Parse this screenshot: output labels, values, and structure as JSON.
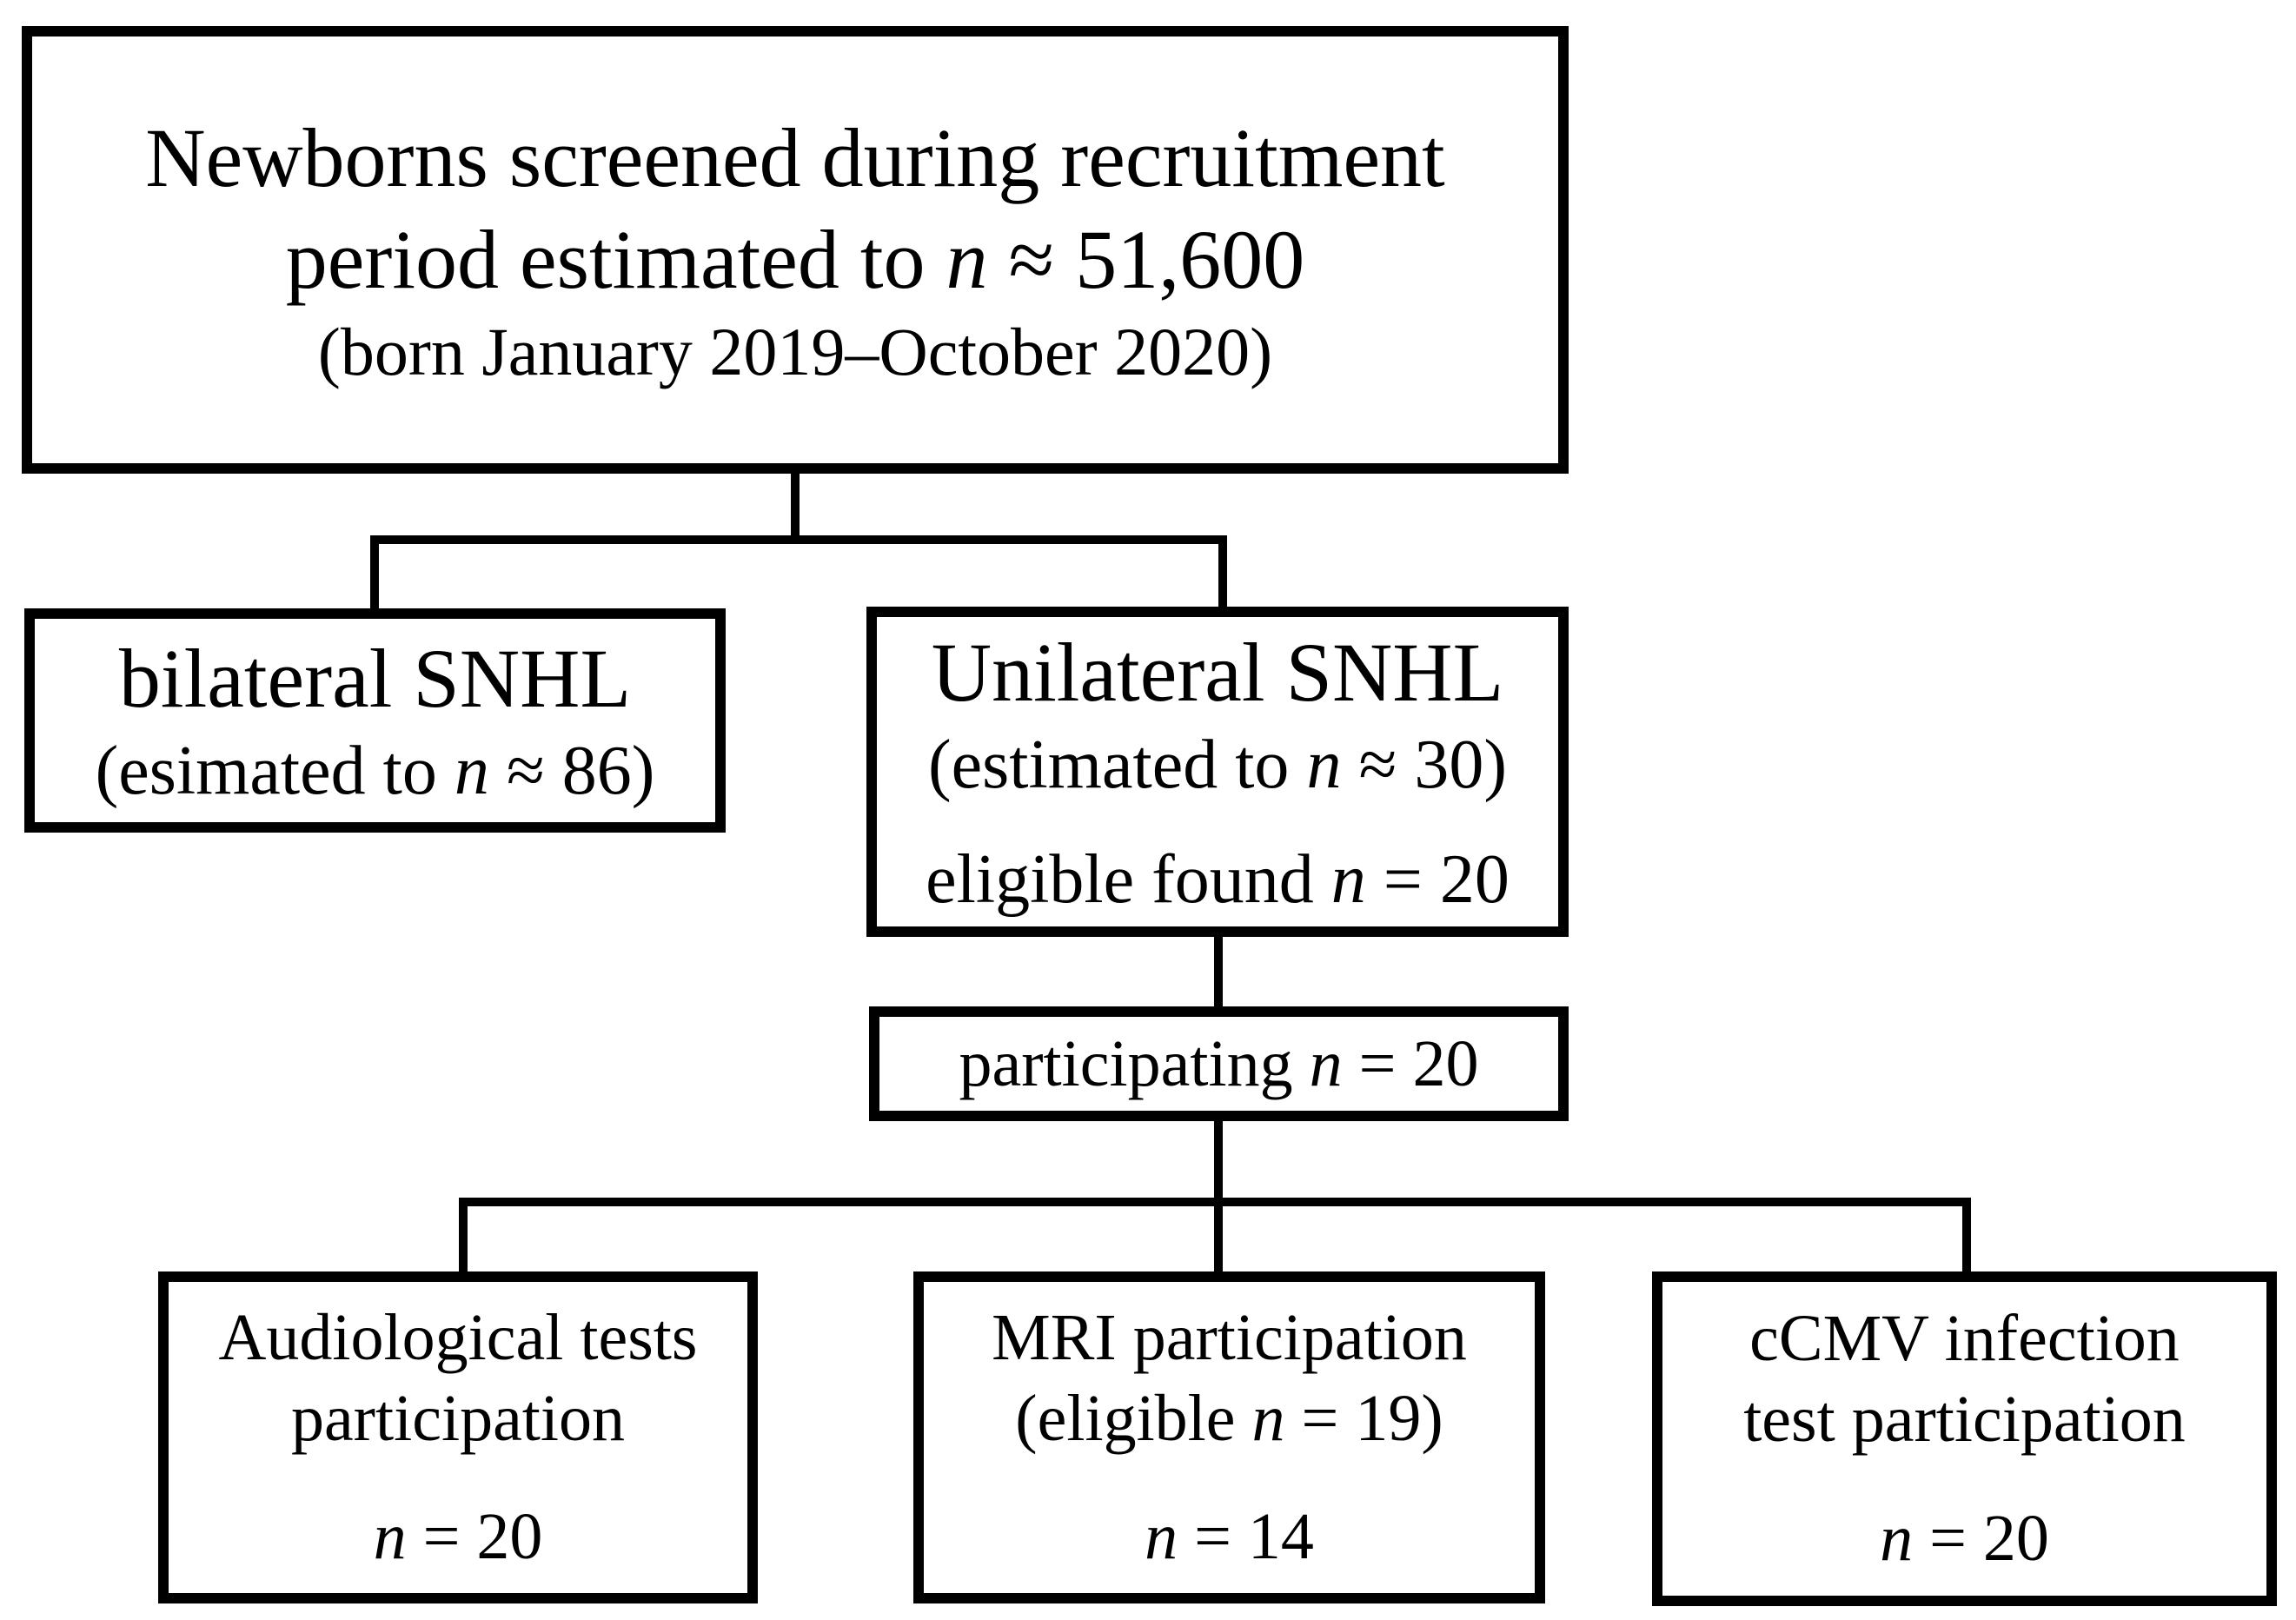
{
  "diagram": {
    "background_color": "#ffffff",
    "line_color": "#000000",
    "top_box": {
      "line1": "Newborns screened during recruitment",
      "line2_pre": "period estimated to ",
      "line2_n": "n",
      "line2_post": " ≈ 51,600",
      "line3": "(born January 2019–October 2020)"
    },
    "bilateral_box": {
      "line1": "bilateral SNHL",
      "line2_pre": "(esimated to ",
      "line2_n": "n",
      "line2_post": " ≈ 86)"
    },
    "unilateral_box": {
      "line1": "Unilateral SNHL",
      "line2_pre": "(estimated to ",
      "line2_n": "n",
      "line2_post": " ≈ 30)",
      "line3_pre": "eligible found ",
      "line3_n": "n",
      "line3_post": " = 20"
    },
    "participating_box": {
      "pre": "participating ",
      "n": "n",
      "post": " = 20"
    },
    "audiological_box": {
      "line1": "Audiological tests",
      "line2": "participation",
      "count_n": "n",
      "count_post": " = 20"
    },
    "mri_box": {
      "line1": "MRI participation",
      "line2_pre": "(eligible ",
      "line2_n": "n",
      "line2_post": " = 19)",
      "count_n": "n",
      "count_post": " = 14"
    },
    "ccmv_box": {
      "line1": "cCMV infection",
      "line2": "test participation",
      "count_n": "n",
      "count_post": " = 20"
    }
  }
}
